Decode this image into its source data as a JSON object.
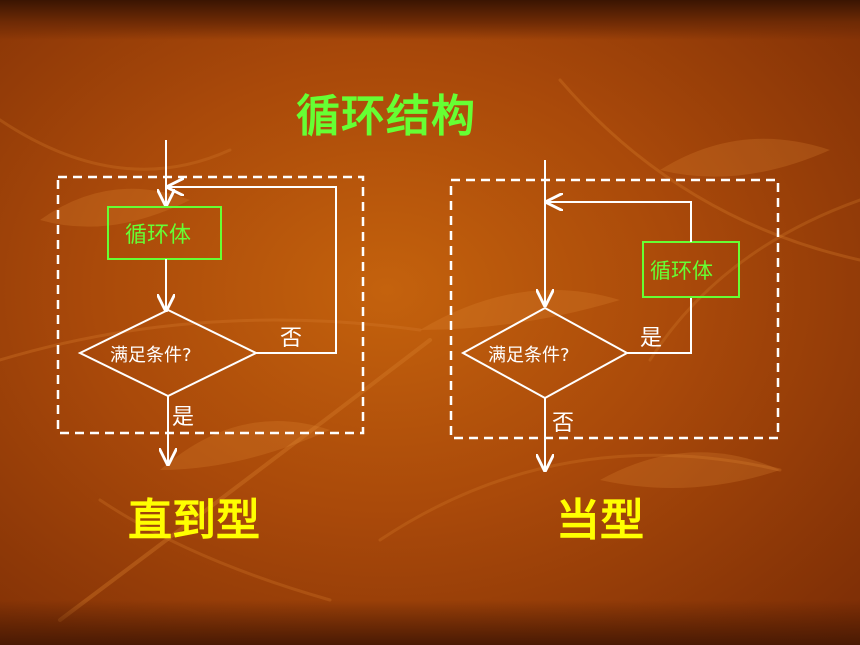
{
  "title": "循环结构",
  "left_diagram": {
    "body_label": "循环体",
    "condition_label": "满足条件?",
    "no_label": "否",
    "yes_label": "是",
    "caption": "直到型"
  },
  "right_diagram": {
    "body_label": "循环体",
    "condition_label": "满足条件?",
    "yes_label": "是",
    "no_label": "否",
    "caption": "当型"
  },
  "colors": {
    "title": "#66ff33",
    "caption": "#ffff00",
    "box_border": "#66ff33",
    "lines": "#ffffff"
  }
}
